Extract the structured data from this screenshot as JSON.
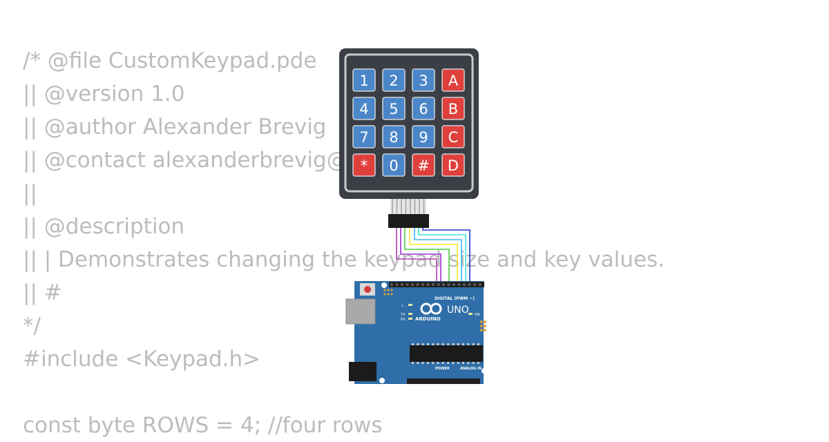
{
  "code_lines": [
    "/* @file CustomKeypad.pde",
    "|| @version 1.0",
    "|| @author Alexander Brevig",
    "|| @contact alexanderbrevig@",
    "||",
    "|| @description",
    "|| | Demonstrates changing the keypad size and key values.",
    "|| #",
    "*/",
    "#include <Keypad.h>",
    "",
    "const byte ROWS = 4; //four rows"
  ],
  "keypad": {
    "keys": [
      [
        "1",
        "2",
        "3",
        "A"
      ],
      [
        "4",
        "5",
        "6",
        "B"
      ],
      [
        "7",
        "8",
        "9",
        "C"
      ],
      [
        "*",
        "0",
        "#",
        "D"
      ]
    ],
    "key_colors": [
      [
        "blue",
        "blue",
        "blue",
        "red"
      ],
      [
        "blue",
        "blue",
        "blue",
        "red"
      ],
      [
        "blue",
        "blue",
        "blue",
        "red"
      ],
      [
        "red",
        "blue",
        "red",
        "red"
      ]
    ],
    "colors": {
      "blue": "#4a86c8",
      "red": "#e0403c",
      "body": "#3b3f45"
    }
  },
  "wires": {
    "colors": [
      "#b13fb3",
      "#9b30d0",
      "#4fc93f",
      "#f5ea32",
      "#39b8f0",
      "#40e0d8",
      "#2233c8"
    ]
  },
  "arduino": {
    "board_color": "#2f6ea8",
    "brand": "ARDUINO",
    "model": "UNO",
    "digital_label": "DIGITAL (PWM ~)",
    "power_label": "POWER",
    "analog_label": "ANALOG IN",
    "on_label": "ON",
    "tx_label": "TX",
    "rx_label": "RX",
    "l_label": "L"
  }
}
